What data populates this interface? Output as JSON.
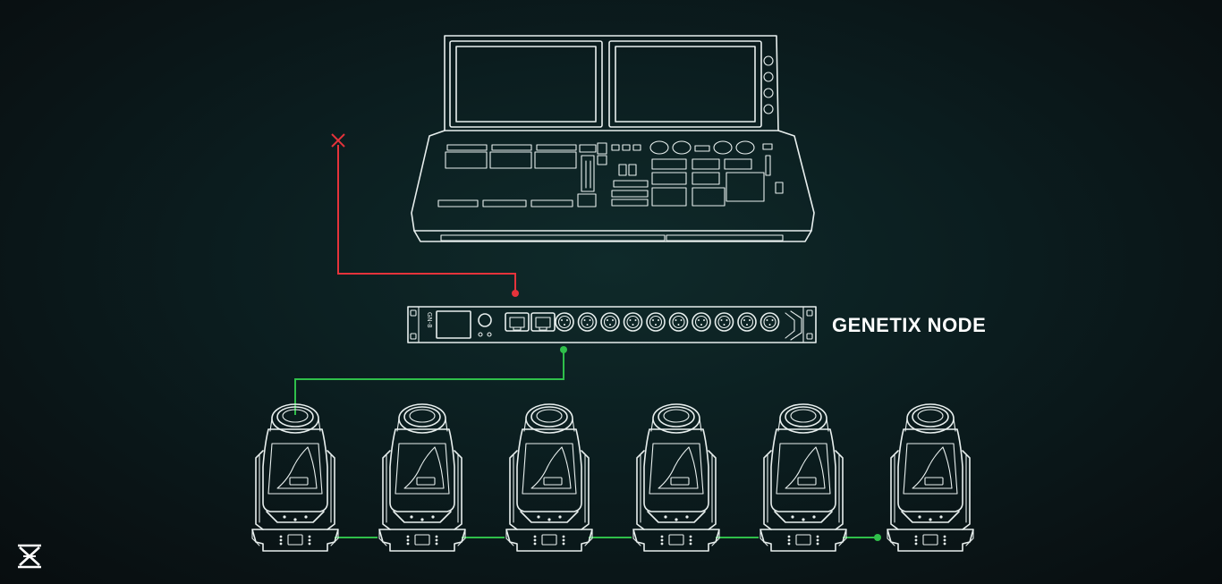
{
  "diagram": {
    "node_label": "GENETIX NODE",
    "rack_label": "GN-8",
    "fixture_count": 6,
    "colors": {
      "background": "#0b1d1f",
      "line": "#e8efee",
      "disconnected_wire": "#e5333b",
      "connected_wire": "#2fbf4a"
    },
    "icons": {
      "disconnect_marker": "x-mark-icon",
      "brand": "genetix-logo-icon"
    }
  }
}
